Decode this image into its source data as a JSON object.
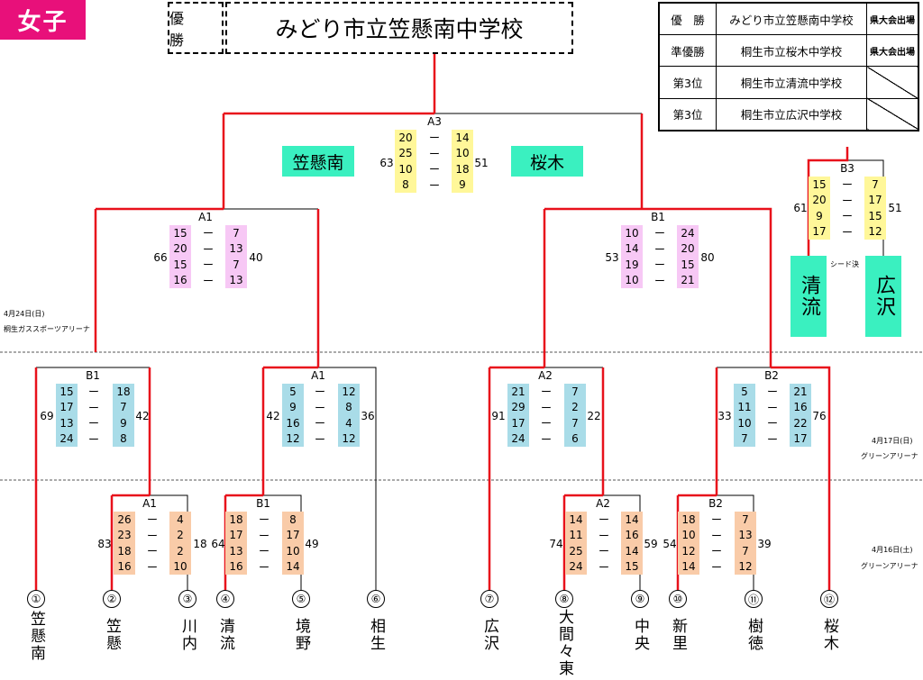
{
  "header": {
    "badge": "女子",
    "champion_label": "優　勝",
    "champion_name": "みどり市立笠懸南中学校"
  },
  "results": [
    {
      "rank": "優　勝",
      "school": "みどり市立笠懸南中学校",
      "note": "県大会出場"
    },
    {
      "rank": "準優勝",
      "school": "桐生市立桜木中学校",
      "note": "県大会出場"
    },
    {
      "rank": "第3位",
      "school": "桐生市立清流中学校",
      "note": ""
    },
    {
      "rank": "第3位",
      "school": "桐生市立広沢中学校",
      "note": ""
    }
  ],
  "final": {
    "label": "A3",
    "left_team": "笠懸南",
    "right_team": "桜木",
    "left_scores": [
      "20",
      "25",
      "10",
      "8"
    ],
    "right_scores": [
      "14",
      "10",
      "18",
      "9"
    ],
    "left_total": "63",
    "right_total": "51"
  },
  "semis": [
    {
      "label": "A1",
      "left_scores": [
        "15",
        "20",
        "15",
        "16"
      ],
      "right_scores": [
        "7",
        "13",
        "7",
        "13"
      ],
      "left_total": "66",
      "right_total": "40"
    },
    {
      "label": "B1",
      "left_scores": [
        "10",
        "14",
        "19",
        "10"
      ],
      "right_scores": [
        "24",
        "20",
        "15",
        "21"
      ],
      "left_total": "53",
      "right_total": "80"
    }
  ],
  "third_place": {
    "label": "B3",
    "left_team": "清流",
    "right_team": "広沢",
    "left_scores": [
      "15",
      "20",
      "9",
      "17"
    ],
    "right_scores": [
      "7",
      "17",
      "15",
      "12"
    ],
    "left_total": "61",
    "right_total": "51",
    "note": "シード決"
  },
  "quarters": [
    {
      "label": "B1",
      "left_scores": [
        "15",
        "17",
        "13",
        "24"
      ],
      "right_scores": [
        "18",
        "7",
        "9",
        "8"
      ],
      "left_total": "69",
      "right_total": "42"
    },
    {
      "label": "A1",
      "left_scores": [
        "5",
        "9",
        "16",
        "12"
      ],
      "right_scores": [
        "12",
        "8",
        "4",
        "12"
      ],
      "left_total": "42",
      "right_total": "36"
    },
    {
      "label": "A2",
      "left_scores": [
        "21",
        "29",
        "17",
        "24"
      ],
      "right_scores": [
        "7",
        "2",
        "7",
        "6"
      ],
      "left_total": "91",
      "right_total": "22"
    },
    {
      "label": "B2",
      "left_scores": [
        "5",
        "11",
        "10",
        "7"
      ],
      "right_scores": [
        "21",
        "16",
        "22",
        "17"
      ],
      "left_total": "33",
      "right_total": "76"
    }
  ],
  "first_round": [
    {
      "label": "A1",
      "left_scores": [
        "26",
        "23",
        "18",
        "16"
      ],
      "right_scores": [
        "4",
        "2",
        "2",
        "10"
      ],
      "left_total": "83",
      "right_total": "18"
    },
    {
      "label": "B1",
      "left_scores": [
        "18",
        "17",
        "13",
        "16"
      ],
      "right_scores": [
        "8",
        "17",
        "10",
        "14"
      ],
      "left_total": "64",
      "right_total": "49"
    },
    {
      "label": "A2",
      "left_scores": [
        "14",
        "11",
        "25",
        "24"
      ],
      "right_scores": [
        "14",
        "16",
        "14",
        "15"
      ],
      "left_total": "74",
      "right_total": "59"
    },
    {
      "label": "B2",
      "left_scores": [
        "18",
        "10",
        "12",
        "14"
      ],
      "right_scores": [
        "7",
        "13",
        "7",
        "12"
      ],
      "left_total": "54",
      "right_total": "39"
    }
  ],
  "notes": {
    "day3_date": "4月24日(日)",
    "day3_venue": "桐生ガススポーツアリーナ",
    "day2_date": "4月17日(日)",
    "day2_venue": "グリーンアリーナ",
    "day1_date": "4月16日(土)",
    "day1_venue": "グリーンアリーナ"
  },
  "slots": [
    {
      "num": "①",
      "name": "笠懸南"
    },
    {
      "num": "②",
      "name": "笠懸"
    },
    {
      "num": "③",
      "name": "川内"
    },
    {
      "num": "④",
      "name": "清流"
    },
    {
      "num": "⑤",
      "name": "境野"
    },
    {
      "num": "⑥",
      "name": "相生"
    },
    {
      "num": "⑦",
      "name": "広沢"
    },
    {
      "num": "⑧",
      "name": "大間々東"
    },
    {
      "num": "⑨",
      "name": "中央"
    },
    {
      "num": "⑩",
      "name": "新里"
    },
    {
      "num": "⑪",
      "name": "樹徳"
    },
    {
      "num": "⑫",
      "name": "桜木"
    }
  ],
  "dash": "ー",
  "colors": {
    "winner_line": "#e8111b",
    "loser_line": "#000000",
    "badge": "#e8107a",
    "team_box": "#3af0c0",
    "final_score": "#fff799",
    "semi_score": "#f7c8f5",
    "quarter_score": "#a9dce8",
    "first_score": "#f9cba8"
  }
}
